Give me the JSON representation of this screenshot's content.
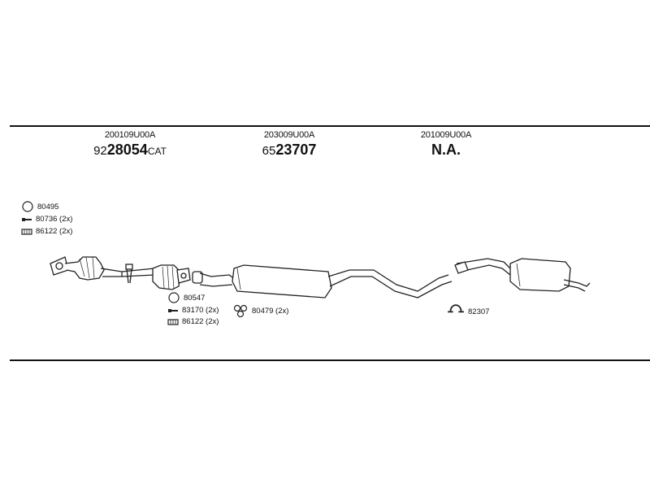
{
  "columns": [
    {
      "code": "200109U00A",
      "prefix": "92",
      "number": "28054",
      "suffix": "CAT"
    },
    {
      "code": "203009U00A",
      "prefix": "65",
      "number": "23707",
      "suffix": ""
    },
    {
      "code": "201009U00A",
      "prefix": "",
      "number": "N.A.",
      "suffix": ""
    }
  ],
  "parts_group_1": [
    {
      "icon": "ring-gasket-icon",
      "label": "80495"
    },
    {
      "icon": "bolt-icon",
      "label": "80736 (2x)"
    },
    {
      "icon": "nut-icon",
      "label": "86122 (2x)"
    }
  ],
  "parts_group_2": [
    {
      "icon": "ring-gasket-icon",
      "label": "80547"
    },
    {
      "icon": "bolt-icon",
      "label": "83170 (2x)"
    },
    {
      "icon": "nut-icon",
      "label": "86122 (2x)"
    }
  ],
  "parts_single_1": {
    "icon": "rubber-hanger-icon",
    "label": "80479 (2x)"
  },
  "parts_single_2": {
    "icon": "clamp-icon",
    "label": "82307"
  }
}
